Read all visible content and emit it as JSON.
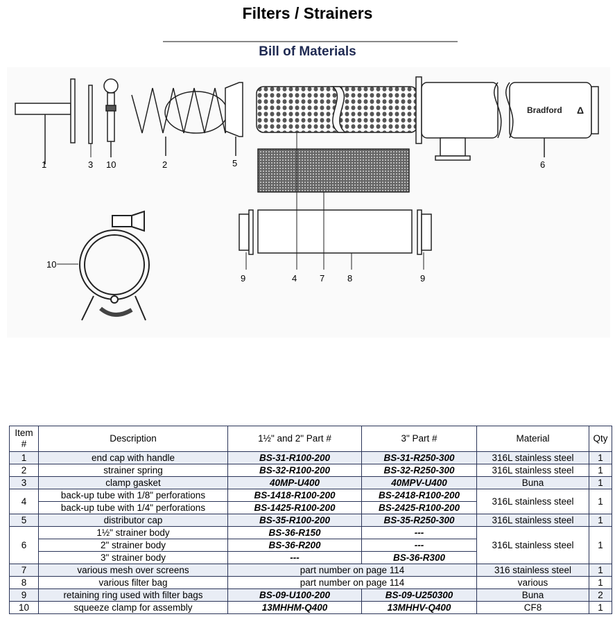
{
  "header": {
    "title": "Filters / Strainers",
    "subtitle": "Bill of Materials"
  },
  "diagram": {
    "brand": "Bradford",
    "callouts": [
      "1",
      "3",
      "10",
      "2",
      "5",
      "6",
      "10",
      "9",
      "4",
      "7",
      "8",
      "9"
    ]
  },
  "table": {
    "headers": [
      "Item #",
      "Description",
      "1½\" and 2\"  Part #",
      "3\" Part #",
      "Material",
      "Qty"
    ],
    "rows": [
      {
        "item": "1",
        "desc": "end cap with handle",
        "p2": "BS-31-R100-200",
        "p3": "BS-31-R250-300",
        "material": "316L stainless steel",
        "qty": "1"
      },
      {
        "item": "2",
        "desc": "strainer spring",
        "p2": "BS-32-R100-200",
        "p3": "BS-32-R250-300",
        "material": "316L stainless steel",
        "qty": "1"
      },
      {
        "item": "3",
        "desc": "clamp gasket",
        "p2": "40MP-U400",
        "p3": "40MPV-U400",
        "material": "Buna",
        "qty": "1"
      },
      {
        "item": "4",
        "desc": "back-up tube with 1/8\" perforations",
        "p2": "BS-1418-R100-200",
        "p3": "BS-2418-R100-200",
        "material": "316L stainless steel",
        "qty": "1"
      },
      {
        "desc": "back-up tube with 1/4\" perforations",
        "p2": "BS-1425-R100-200",
        "p3": "BS-2425-R100-200"
      },
      {
        "item": "5",
        "desc": "distributor cap",
        "p2": "BS-35-R100-200",
        "p3": "BS-35-R250-300",
        "material": "316L stainless steel",
        "qty": "1"
      },
      {
        "item": "6",
        "desc": "1½\" strainer body",
        "p2": "BS-36-R150",
        "p3": "---",
        "material": "316L stainless steel",
        "qty": "1"
      },
      {
        "desc": "2\" strainer body",
        "p2": "BS-36-R200",
        "p3": "---"
      },
      {
        "desc": "3\" strainer body",
        "p2": "---",
        "p3": "BS-36-R300"
      },
      {
        "item": "7",
        "desc": "various mesh over screens",
        "part": "part number on page 114",
        "material": "316 stainless steel",
        "qty": "1"
      },
      {
        "item": "8",
        "desc": "various filter bag",
        "part": "part number on page 114",
        "material": "various",
        "qty": "1"
      },
      {
        "item": "9",
        "desc": "retaining ring used with filter bags",
        "p2": "BS-09-U100-200",
        "p3": "BS-09-U250300",
        "material": "Buna",
        "qty": "2"
      },
      {
        "item": "10",
        "desc": "squeeze clamp for assembly",
        "p2": "13MHHM-Q400",
        "p3": "13MHHV-Q400",
        "material": "CF8",
        "qty": "1"
      }
    ]
  }
}
